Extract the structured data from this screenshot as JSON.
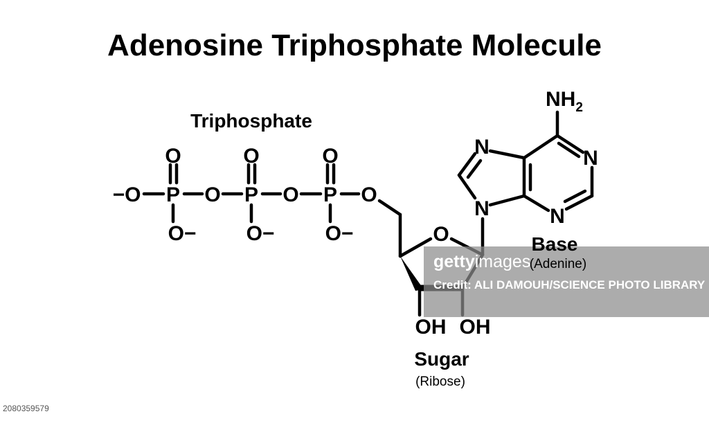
{
  "title": "Adenosine Triphosphate Molecule",
  "labels": {
    "triphosphate": "Triphosphate",
    "base": "Base",
    "base_sub": "(Adenine)",
    "sugar": "Sugar",
    "sugar_sub": "(Ribose)"
  },
  "atoms": {
    "o_minus_left": "−O",
    "p": "P",
    "o": "O",
    "o_minus": "O−",
    "n": "N",
    "nh": "NH",
    "nh_sub": "2",
    "oh": "OH"
  },
  "watermark": {
    "brand_bold": "getty",
    "brand_light": "images",
    "credit": "Credit: ALI DAMOUH/SCIENCE PHOTO LIBRARY"
  },
  "image_id": "2080359579"
}
